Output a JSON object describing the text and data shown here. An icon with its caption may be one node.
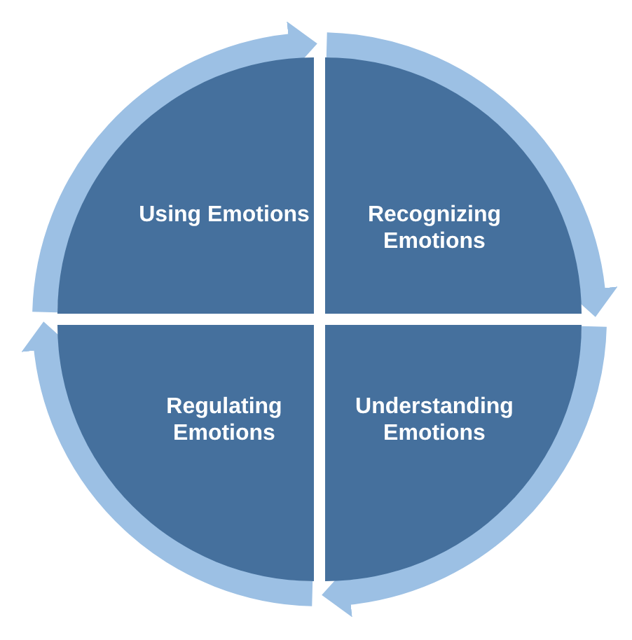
{
  "diagram": {
    "nodes": [
      {
        "text": [
          "Using Emotions"
        ]
      },
      {
        "text": [
          "Recognizing Emotions"
        ]
      },
      {
        "text": [
          "Regulating Emotions"
        ]
      },
      {
        "text": [
          "Understanding Emotions"
        ]
      }
    ],
    "edges": [
      {
        "from": 0,
        "to": 1,
        "arrow": "to"
      },
      {
        "from": 1,
        "to": 3,
        "arrow": "to"
      },
      {
        "from": 3,
        "to": 2,
        "arrow": "to"
      },
      {
        "from": 2,
        "to": 0,
        "arrow": "to"
      }
    ]
  }
}
